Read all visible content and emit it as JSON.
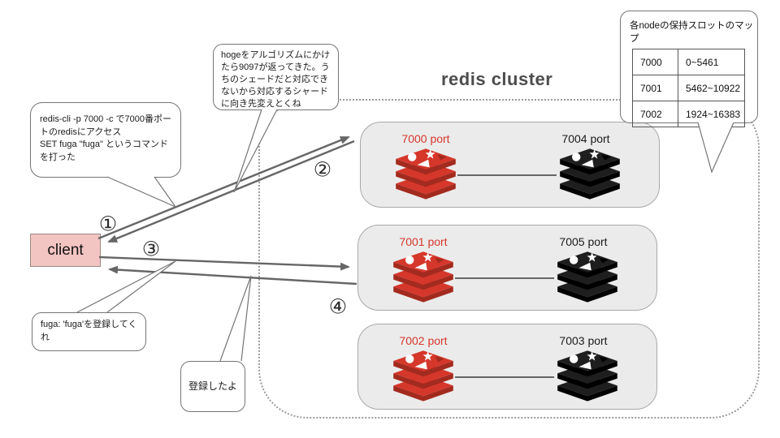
{
  "diagram": {
    "title": "redis cluster",
    "client_label": "client",
    "steps": {
      "one": "①",
      "two": "②",
      "three": "③",
      "four": "④"
    },
    "bubbles": {
      "command": "redis-cli -p 7000 -c で7000番ポートのredisにアクセス\nSET fuga \"fuga\" というコマンドを打った",
      "redirect": "hogeをアルゴリズムにかけたら9097が返ってきた。うちのシェードだと対応できないから対応するシャードに向き先変えとくね",
      "register_request": "fuga: 'fuga'を登録してくれ",
      "register_done": "登録したよ"
    },
    "slot_map": {
      "title": "各nodeの保持スロットのマップ",
      "rows": [
        {
          "node": "7000",
          "slots": "0~5461"
        },
        {
          "node": "7001",
          "slots": "5462~10922"
        },
        {
          "node": "7002",
          "slots": "1924~16383"
        }
      ]
    },
    "shards": [
      {
        "master": "7000 port",
        "replica": "7004 port"
      },
      {
        "master": "7001 port",
        "replica": "7005 port"
      },
      {
        "master": "7002 port",
        "replica": "7003 port"
      }
    ],
    "colors": {
      "master_label": "#d5372b",
      "replica_label": "#1a1a1a",
      "client_fill": "#f2c4c2",
      "arrow": "#666666",
      "redis_red_face": "#d5372b",
      "redis_red_side": "#a32a1e",
      "redis_black_face": "#1e1e1e",
      "redis_black_side": "#000000"
    }
  }
}
